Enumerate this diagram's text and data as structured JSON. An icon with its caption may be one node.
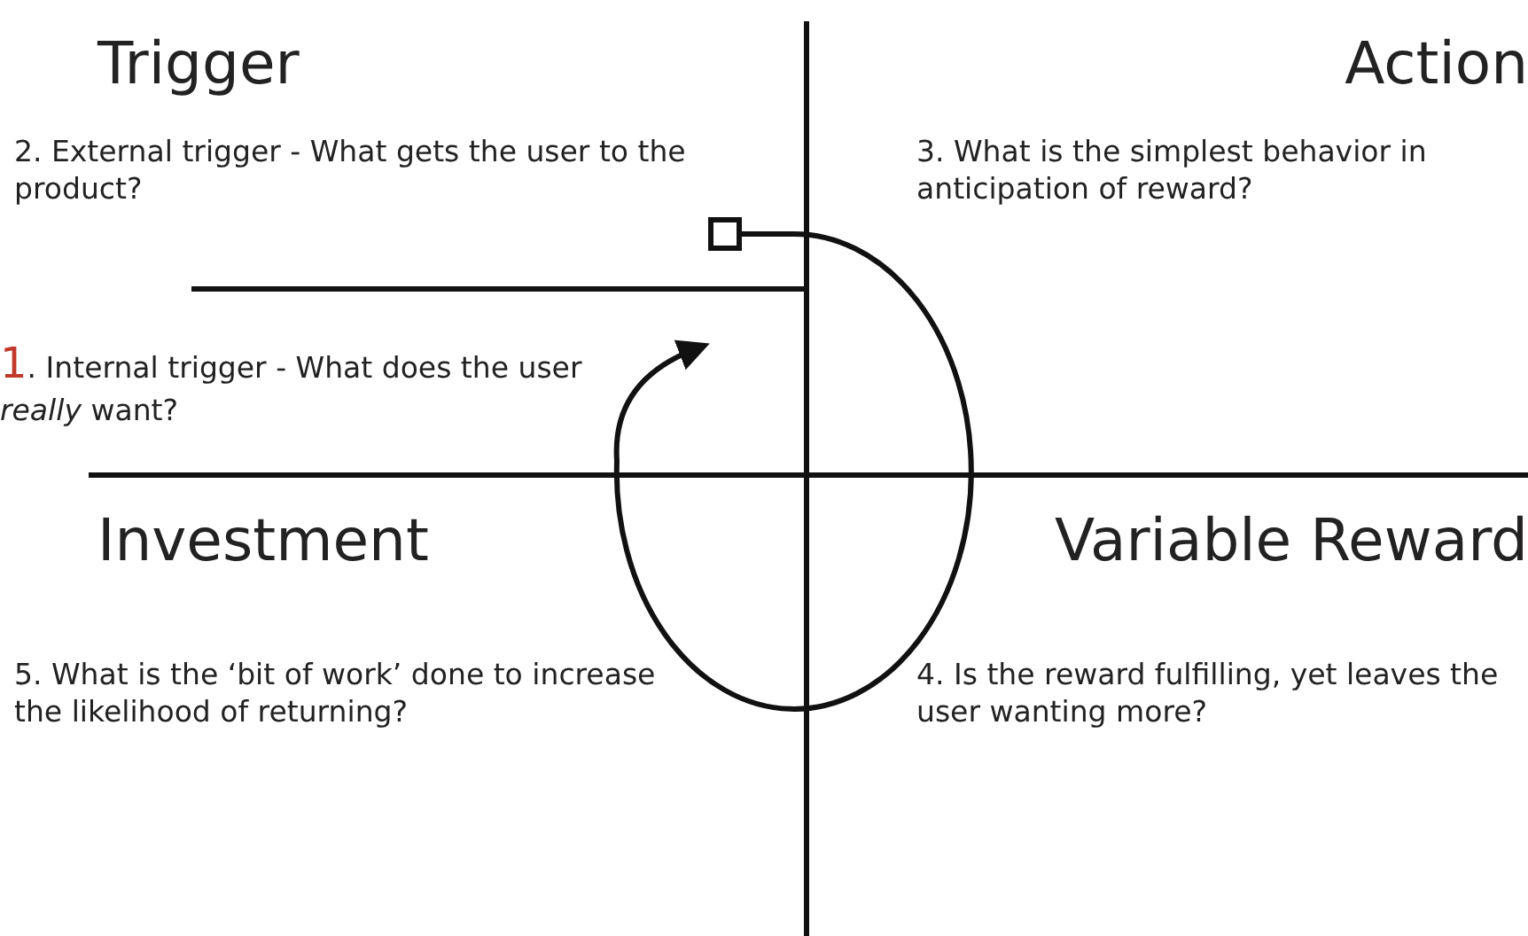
{
  "diagram": {
    "labels": [
      "Trigger",
      "Action",
      "2. External trigger - What gets the user to the product?",
      "3. What is the simplest behavior in anticipation of reward?",
      "1. Internal trigger - What does the user *really* want?",
      "Investment",
      "Variable Reward",
      "5. What is the ‘bit of work’ done to increase the likelihood of returning?",
      "4. Is the reward fulfilling, yet leaves the user wanting more?"
    ]
  }
}
